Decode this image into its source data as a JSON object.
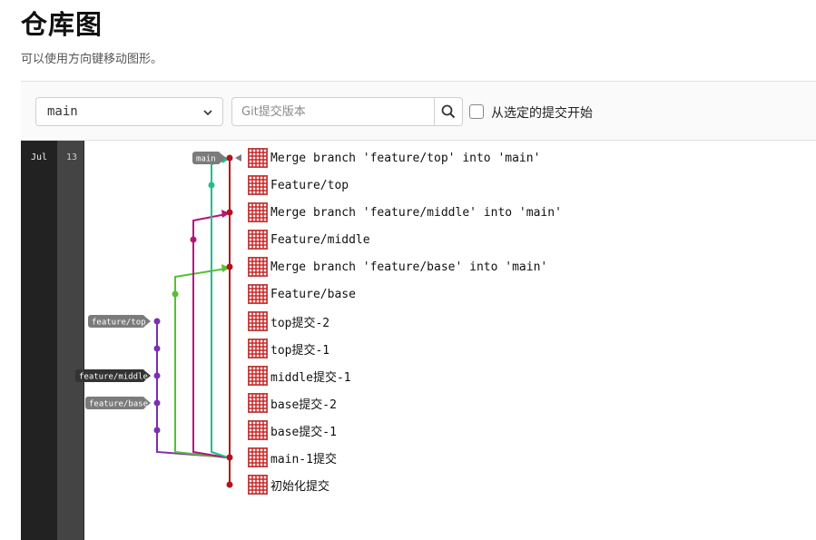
{
  "page": {
    "title": "仓库图",
    "subtitle": "可以使用方向键移动图形。"
  },
  "toolbar": {
    "branch_select": {
      "value": "main"
    },
    "revision_input": {
      "placeholder": "Git提交版本",
      "value": ""
    },
    "search_icon": "search-icon",
    "checkbox_checked": false,
    "checkbox_label": "从选定的提交开始"
  },
  "timeline": {
    "month": "Jul",
    "day": "13"
  },
  "refs": {
    "main": "main",
    "feature_top": "feature/top",
    "feature_middle": "feature/middle",
    "feature_base": "feature/base"
  },
  "commits": [
    {
      "message": "Merge branch 'feature/top' into 'main'"
    },
    {
      "message": "Feature/top"
    },
    {
      "message": "Merge branch 'feature/middle' into 'main'"
    },
    {
      "message": "Feature/middle"
    },
    {
      "message": "Merge branch 'feature/base' into 'main'"
    },
    {
      "message": "Feature/base"
    },
    {
      "message": "top提交-2"
    },
    {
      "message": "top提交-1"
    },
    {
      "message": "middle提交-1"
    },
    {
      "message": "base提交-2"
    },
    {
      "message": "base提交-1"
    },
    {
      "message": "main-1提交"
    },
    {
      "message": "初始化提交"
    }
  ],
  "colors": {
    "main_lane": "#b5121b",
    "top_lane": "#1fbf8f",
    "middle_lane": "#b5157a",
    "base_lane": "#55c133",
    "feature_lane": "#7a2fb5",
    "ref_badge": "#7b7b7b"
  }
}
